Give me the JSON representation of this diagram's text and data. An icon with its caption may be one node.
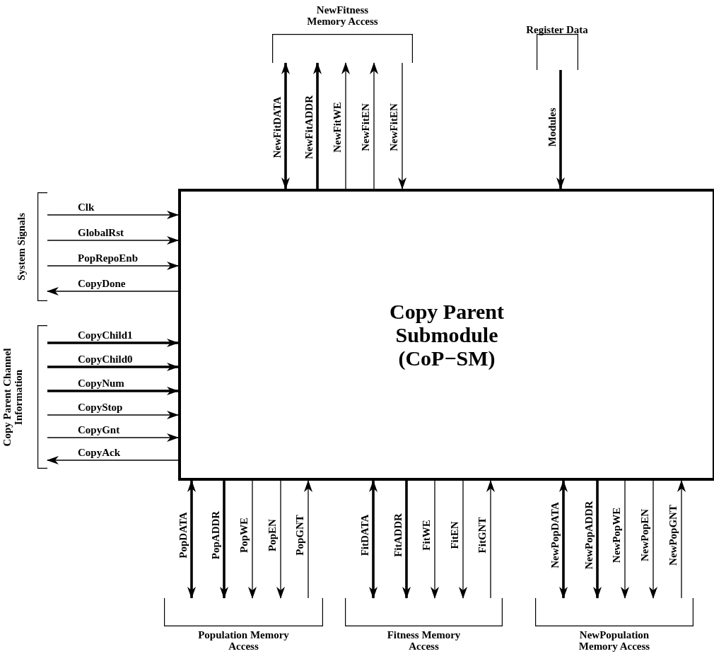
{
  "diagram": {
    "nodes": [
      {
        "text": [
          "NewFitness Memory Access"
        ]
      },
      {
        "text": [
          "Register Data"
        ]
      },
      {
        "text": [
          "System Signals"
        ]
      },
      {
        "text": [
          "Copy Parent Channel Information"
        ]
      },
      {
        "text": [
          "Copy Parent Submodule (CoP−SM)"
        ]
      },
      {
        "text": [
          "Population Memory Access"
        ]
      },
      {
        "text": [
          "Fitness Memory Access"
        ]
      },
      {
        "text": [
          "NewPopulation Memory Access"
        ]
      }
    ],
    "edges": [
      {
        "from": 0,
        "to": 4,
        "arrow": "both",
        "label": "NewFitDATA",
        "style": "thick"
      },
      {
        "from": 4,
        "to": 0,
        "arrow": "to",
        "label": "NewFitADDR",
        "style": "thick"
      },
      {
        "from": 4,
        "to": 0,
        "arrow": "to",
        "label": "NewFitWE"
      },
      {
        "from": 4,
        "to": 0,
        "arrow": "to",
        "label": "NewFitEN"
      },
      {
        "from": 0,
        "to": 4,
        "arrow": "to",
        "label": "NewFitEN"
      },
      {
        "from": 1,
        "to": 4,
        "arrow": "to",
        "label": "Modules",
        "style": "thick"
      },
      {
        "from": 2,
        "to": 4,
        "arrow": "to",
        "label": "Clk"
      },
      {
        "from": 2,
        "to": 4,
        "arrow": "to",
        "label": "GlobalRst"
      },
      {
        "from": 2,
        "to": 4,
        "arrow": "to",
        "label": "PopRepoEnb"
      },
      {
        "from": 4,
        "to": 2,
        "arrow": "to",
        "label": "CopyDone"
      },
      {
        "from": 3,
        "to": 4,
        "arrow": "to",
        "label": "CopyChild1",
        "style": "thick"
      },
      {
        "from": 3,
        "to": 4,
        "arrow": "to",
        "label": "CopyChild0",
        "style": "thick"
      },
      {
        "from": 3,
        "to": 4,
        "arrow": "to",
        "label": "CopyNum",
        "style": "thick"
      },
      {
        "from": 3,
        "to": 4,
        "arrow": "to",
        "label": "CopyStop"
      },
      {
        "from": 3,
        "to": 4,
        "arrow": "to",
        "label": "CopyGnt"
      },
      {
        "from": 4,
        "to": 3,
        "arrow": "to",
        "label": "CopyAck"
      },
      {
        "from": 5,
        "to": 4,
        "arrow": "both",
        "label": "PopDATA",
        "style": "thick"
      },
      {
        "from": 4,
        "to": 5,
        "arrow": "to",
        "label": "PopADDR",
        "style": "thick"
      },
      {
        "from": 4,
        "to": 5,
        "arrow": "to",
        "label": "PopWE"
      },
      {
        "from": 4,
        "to": 5,
        "arrow": "to",
        "label": "PopEN"
      },
      {
        "from": 5,
        "to": 4,
        "arrow": "to",
        "label": "PopGNT"
      },
      {
        "from": 6,
        "to": 4,
        "arrow": "both",
        "label": "FitDATA",
        "style": "thick"
      },
      {
        "from": 4,
        "to": 6,
        "arrow": "to",
        "label": "FitADDR",
        "style": "thick"
      },
      {
        "from": 4,
        "to": 6,
        "arrow": "to",
        "label": "FitWE"
      },
      {
        "from": 4,
        "to": 6,
        "arrow": "to",
        "label": "FitEN"
      },
      {
        "from": 6,
        "to": 4,
        "arrow": "to",
        "label": "FitGNT"
      },
      {
        "from": 7,
        "to": 4,
        "arrow": "both",
        "label": "NewPopDATA",
        "style": "thick"
      },
      {
        "from": 4,
        "to": 7,
        "arrow": "to",
        "label": "NewPopADDR",
        "style": "thick"
      },
      {
        "from": 4,
        "to": 7,
        "arrow": "to",
        "label": "NewPopWE"
      },
      {
        "from": 4,
        "to": 7,
        "arrow": "to",
        "label": "NewPopEN"
      },
      {
        "from": 7,
        "to": 4,
        "arrow": "to",
        "label": "NewPopGNT"
      }
    ]
  }
}
